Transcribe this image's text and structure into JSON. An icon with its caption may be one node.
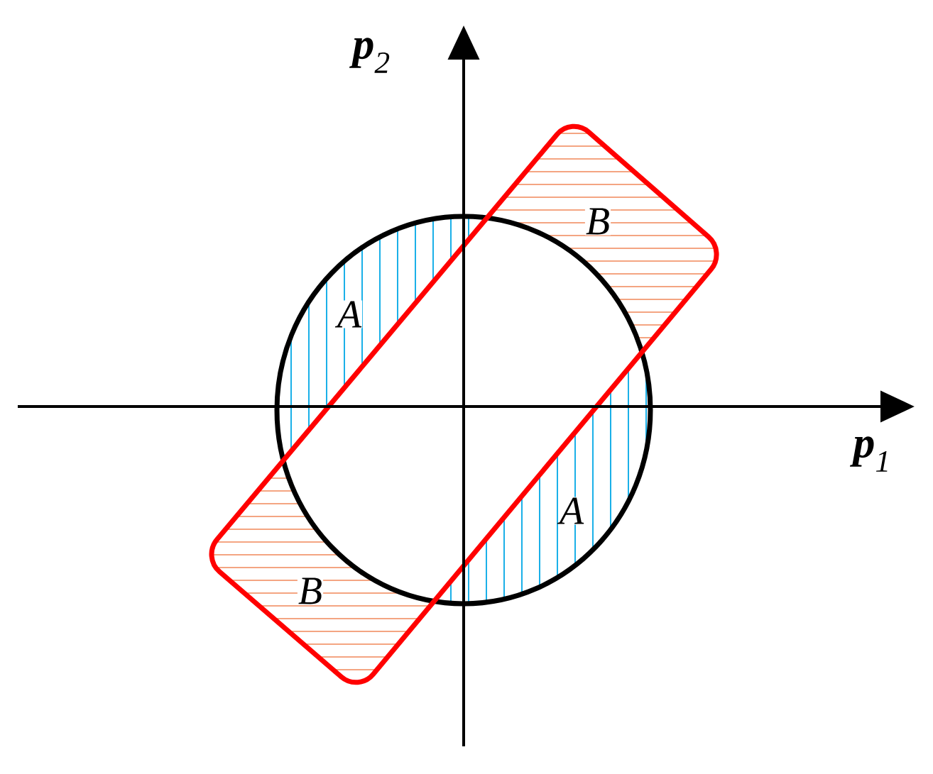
{
  "diagram": {
    "labels": [
      "**p**$_{2}$",
      "B",
      "A",
      "**p**$_{1}$",
      "A",
      "B"
    ]
  }
}
